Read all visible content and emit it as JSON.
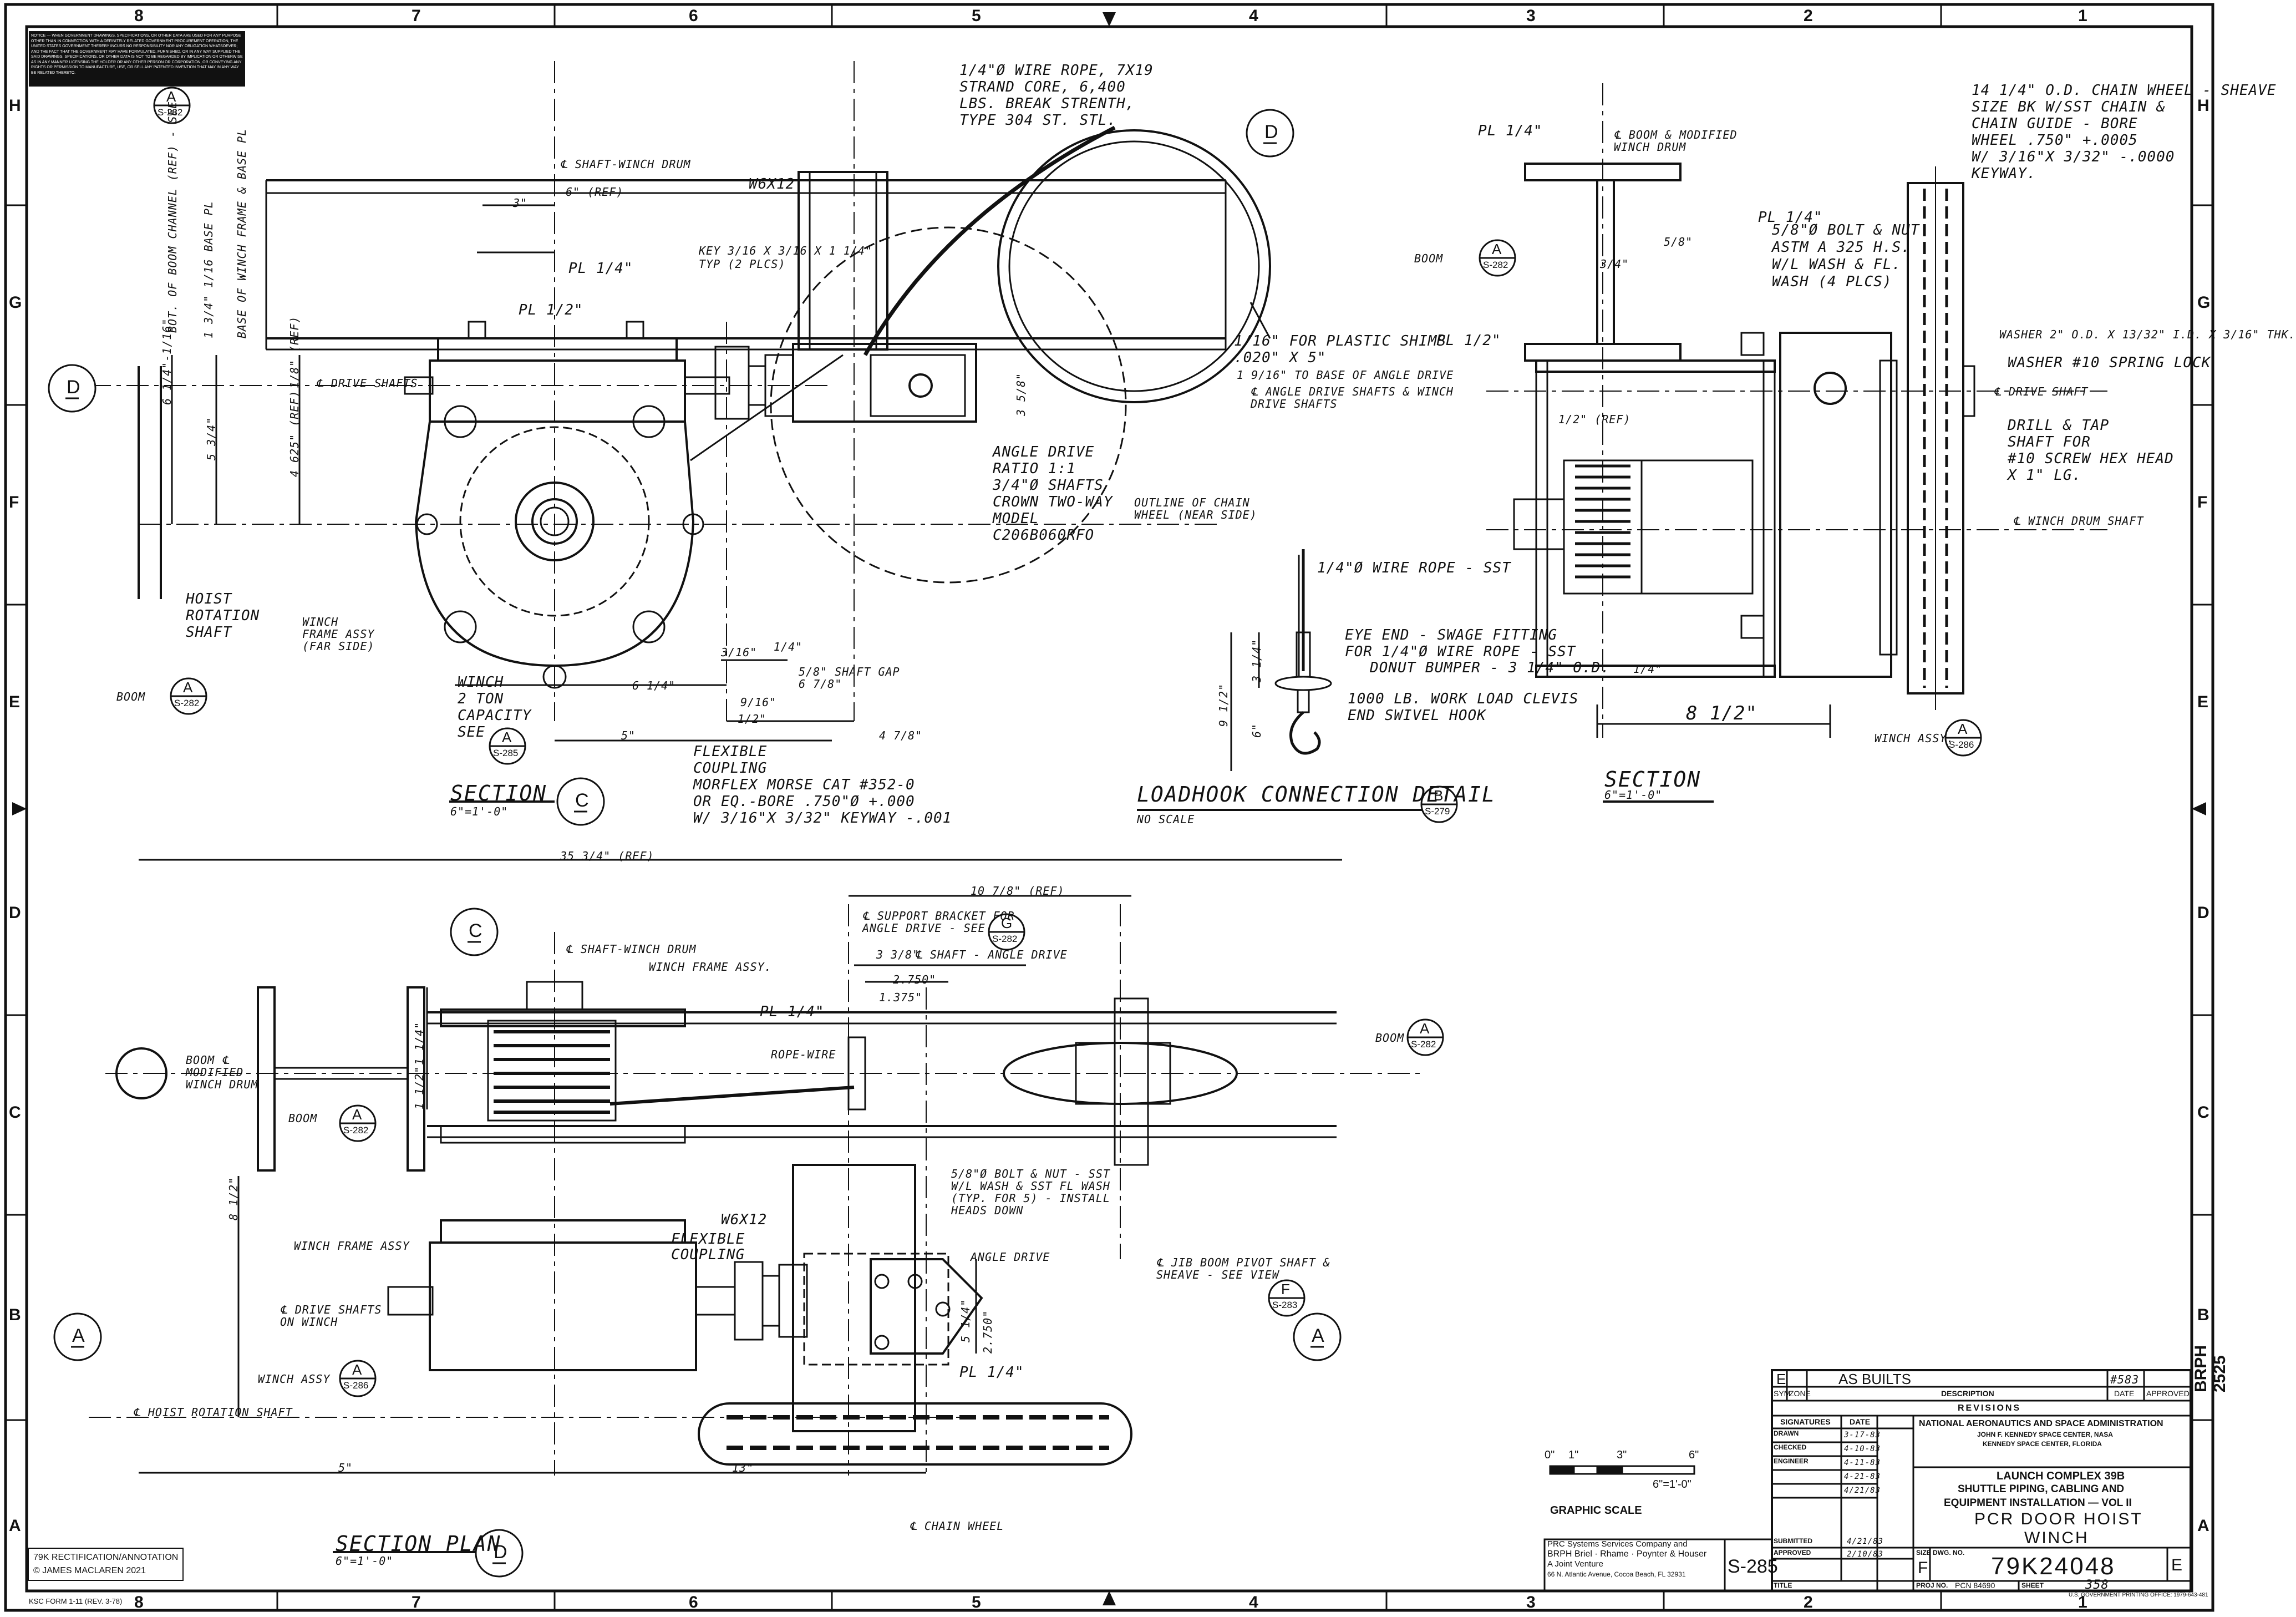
{
  "zones": {
    "columns": [
      "8",
      "7",
      "6",
      "5",
      "4",
      "3",
      "2",
      "1"
    ],
    "rows": [
      "H",
      "G",
      "F",
      "E",
      "D",
      "C",
      "B",
      "A"
    ]
  },
  "notice_text": "NOTICE — WHEN GOVERNMENT DRAWINGS, SPECIFICATIONS, OR OTHER DATA ARE USED FOR ANY PURPOSE OTHER THAN IN CONNECTION WITH A DEFINITELY RELATED GOVERNMENT PROCUREMENT OPERATION, THE UNITED STATES GOVERNMENT THEREBY INCURS NO RESPONSIBILITY NOR ANY OBLIGATION WHATSOEVER; AND THE FACT THAT THE GOVERNMENT MAY HAVE FORMULATED, FURNISHED, OR IN ANY WAY SUPPLIED THE SAID DRAWINGS, SPECIFICATIONS, OR OTHER DATA IS NOT TO BE REGARDED BY IMPLICATION OR OTHERWISE AS IN ANY MANNER LICENSING THE HOLDER OR ANY OTHER PERSON OR CORPORATION, OR CONVEYING ANY RIGHTS OR PERMISSION TO MANUFACTURE, USE, OR SELL ANY PATENTED INVENTION THAT MAY IN ANY WAY BE RELATED THERETO.",
  "views": {
    "section_a": {
      "title": "SECTION",
      "letter": "A",
      "scale": "6\"=1'-0\""
    },
    "loadhook": {
      "title": "LOADHOOK CONNECTION DETAIL",
      "scale": "NO SCALE",
      "letter": "B",
      "sheet": "S-279"
    },
    "section_c": {
      "title": "SECTION",
      "letter": "C",
      "scale": "6\"=1'-0\""
    },
    "section_plan": {
      "title": "SECTION PLAN",
      "scale": "6\"=1'-0\"",
      "letter": "D"
    }
  },
  "callouts": {
    "wire_rope": [
      "1/4\"Ø WIRE ROPE, 7X19",
      "STRAND CORE, 6,400",
      "LBS. BREAK STRENTH,",
      "TYPE 304 ST. STL."
    ],
    "w6x12": "W6X12",
    "shaft_winch_drum": "℄ SHAFT-WINCH DRUM",
    "six_ref": "6\" (REF)",
    "three": "3\"",
    "pl_half": "PL 1/2\"",
    "pl_quarter": "PL 1/4\"",
    "key": [
      "KEY 3/16 X 3/16 X 1 1/4\"",
      "TYP (2 PLCS)"
    ],
    "plastic_shims": [
      "1/16\" FOR PLASTIC SHIMS",
      ".020\" X 5\""
    ],
    "base_angle": "1 9/16\" TO BASE OF ANGLE DRIVE",
    "angle_drive_note": [
      "℄ ANGLE DRIVE SHAFTS & WINCH",
      "DRIVE SHAFTS"
    ],
    "angle_drive": [
      "ANGLE DRIVE",
      "RATIO 1:1",
      "3/4\"Ø SHAFTS",
      "CROWN TWO-WAY",
      "MODEL",
      "C206B060RFO"
    ],
    "outline_chain": [
      "OUTLINE OF CHAIN",
      "WHEEL (NEAR SIDE)"
    ],
    "drive_shafts": "℄ DRIVE SHAFTS",
    "hoist": [
      "HOIST",
      "ROTATION",
      "SHAFT"
    ],
    "winch_frame": [
      "WINCH",
      "FRAME ASSY",
      "(FAR SIDE)"
    ],
    "winch_capacity": [
      "WINCH",
      "2 TON",
      "CAPACITY",
      "SEE"
    ],
    "boom": "BOOM",
    "flexible_coupling": [
      "FLEXIBLE",
      "COUPLING",
      "MORFLEX MORSE CAT #352-0",
      "OR EQ.-BORE .750\"Ø +.000",
      "W/ 3/16\"X 3/32\" KEYWAY   -.001"
    ],
    "shaft_gap": [
      "5/8\" SHAFT GAP",
      "6 7/8\""
    ],
    "dims_a": [
      "6 1/4\"",
      "5\"",
      "4 7/8\"",
      "3/16\"",
      "9/16\"",
      "1/4\"",
      "1/2\"",
      "6 1/4\"-1/16\"",
      "5 3/4\"",
      "4 625\" (REF)",
      "1/8\" (REF)",
      "3 5/8\""
    ],
    "boom_channel": "BOT. OF BOOM CHANNEL (REF) - SEE",
    "winch_base": "BASE OF WINCH FRAME & BASE PL",
    "base_pl": "1 3/4\" 1/16 BASE PL",
    "loadhook_rope": "1/4\"Ø WIRE ROPE - SST",
    "eye_end": [
      "EYE END - SWAGE FITTING",
      "FOR 1/4\"Ø WIRE ROPE - SST"
    ],
    "donut": "DONUT BUMPER - 3 1/4\" O.D.",
    "clevis": [
      "1000 LB. WORK LOAD CLEVIS",
      "END SWIVEL HOOK"
    ],
    "lh_dims": [
      "3 1/4\"",
      "6\"",
      "9 1/2\""
    ],
    "boom_modified": [
      "℄ BOOM & MODIFIED",
      "WINCH DRUM"
    ],
    "bolt_nut": [
      "5/8\"Ø BOLT & NUT",
      "ASTM A 325 H.S.",
      "W/L WASH & FL.",
      "WASH (4 PLCS)"
    ],
    "chain_wheel": [
      "14 1/4\" O.D. CHAIN WHEEL - SHEAVE",
      "SIZE BK W/SST CHAIN &",
      "CHAIN GUIDE - BORE",
      "WHEEL .750\" +.0005",
      "W/ 3/16\"X 3/32\"  -.0000",
      "KEYWAY."
    ],
    "washer_2": "WASHER 2\" O.D. X 13/32\" I.D. X 3/16\" THK.",
    "washer_10": "WASHER #10 SPRING LOCK",
    "drive_shaft_c": "℄ DRIVE SHAFT",
    "drill_tap": [
      "DRILL & TAP",
      "SHAFT FOR",
      "#10 SCREW HEX HEAD",
      "X 1\" LG."
    ],
    "winch_drum_shaft": "℄ WINCH DRUM SHAFT",
    "winch_assy": "WINCH ASSY.",
    "eight_half": "8 1/2\"",
    "c_dims": [
      "5/8\"",
      "3/4\"",
      "1/2\" (REF)",
      "1/4\""
    ],
    "dim_35": "35 3/4\" (REF)",
    "dim_10": "10 7/8\" (REF)",
    "support_bracket": [
      "℄ SUPPORT BRACKET FOR",
      "ANGLE DRIVE - SEE"
    ],
    "shaft_angle": "℄ SHAFT - ANGLE DRIVE",
    "winch_frame_assy": "WINCH FRAME ASSY.",
    "rope_wire": "ROPE-WIRE",
    "boom_winch_drum": [
      "BOOM ℄",
      "MODIFIED",
      "WINCH DRUM"
    ],
    "bolt_plan": [
      "5/8\"Ø BOLT & NUT - SST",
      "W/L WASH & SST FL WASH",
      "(TYP. FOR 5) - INSTALL",
      "HEADS DOWN"
    ],
    "flex_plan": [
      "FLEXIBLE",
      "COUPLING"
    ],
    "angle_drive_plan": "ANGLE DRIVE",
    "jib_boom": [
      "℄ JIB BOOM PIVOT SHAFT &",
      "SHEAVE - SEE VIEW"
    ],
    "winch_frame_plan": "WINCH FRAME ASSY",
    "drive_shafts_plan": [
      "℄ DRIVE SHAFTS",
      "ON WINCH"
    ],
    "winch_assy_plan": "WINCH ASSY",
    "hoist_plan": "℄ HOIST ROTATION SHAFT",
    "chain_wheel_plan": "℄ CHAIN WHEEL",
    "plan_dims": [
      "2.750\"",
      "1.375\"",
      "3 3/8\"",
      "8 1/2\"",
      "1 1/4\"",
      "1 1/2\"",
      "5\"",
      "13\"",
      "5 1/4\"",
      "2.750\"",
      "PL 1/4\""
    ],
    "graphic_scale": "GRAPHIC SCALE",
    "scale_ticks": [
      "0\"",
      "1\"",
      "3\"",
      "6\"",
      "6\"=1'-0\""
    ]
  },
  "bubbles": {
    "sheets": [
      "S-282",
      "S-282",
      "S-285",
      "S-282",
      "S-282",
      "S-282",
      "S-286",
      "S-283",
      "S-282",
      "S-286",
      "S-282",
      "S-279"
    ],
    "letters": [
      "A",
      "D",
      "A",
      "A",
      "B",
      "A",
      "C",
      "A",
      "G",
      "C",
      "A",
      "F",
      "A",
      "D",
      "A"
    ]
  },
  "title_block": {
    "revision_letter": "E",
    "revision_desc": "AS BUILTS",
    "revision_ref": "#583",
    "revision_head": [
      "SYM",
      "ZONE",
      "DESCRIPTION",
      "DATE",
      "APPROVED"
    ],
    "revisions_label": "REVISIONS",
    "signatures_head": [
      "SIGNATURES",
      "DATE"
    ],
    "sig_rows": [
      {
        "role": "DRAWN",
        "date": "3-17-83"
      },
      {
        "role": "CHECKED",
        "date": "4-10-83"
      },
      {
        "role": "ENGINEER",
        "date": "4-11-83"
      },
      {
        "role": "",
        "date": "4-21-83"
      },
      {
        "role": "",
        "date": "4/21/83"
      }
    ],
    "submitted": "SUBMITTED",
    "submitted_date": "4/21/83",
    "approved": "APPROVED",
    "approved_date": "2/10/83",
    "title_label": "TITLE",
    "agency": "NATIONAL AERONAUTICS AND SPACE ADMINISTRATION",
    "center": "JOHN F. KENNEDY SPACE CENTER, NASA",
    "location": "KENNEDY SPACE CENTER, FLORIDA",
    "project": "LAUNCH COMPLEX 39B",
    "desc1": "SHUTTLE PIPING, CABLING AND",
    "desc2": "EQUIPMENT INSTALLATION — VOL II",
    "drawing_title1": "PCR DOOR HOIST",
    "drawing_title2": "WINCH",
    "size_label": "SIZE",
    "size": "F",
    "dwg_label": "DWG. NO.",
    "dwg_no": "79K24048",
    "rev": "E",
    "proj_label": "PROJ NO.",
    "proj_no": "PCN 84690",
    "sheet_label": "SHEET",
    "sheet_no": "358",
    "sheet_ref": "S-285",
    "printing": "U.S. GOVERNMENT PRINTING OFFICE: 1979-643-481",
    "prc": [
      "PRC Systems Services Company and",
      "BRPH Briel · Rhame · Poynter & Houser",
      "A Joint Venture",
      "66 N. Atlantic Avenue, Cocoa Beach, FL 32931"
    ],
    "brph": "BRPH 2525"
  },
  "footer": {
    "watermark1": "79K RECTIFICATION/ANNOTATION",
    "watermark2": "© JAMES MACLAREN 2021",
    "form": "KSC FORM 1-11 (REV. 3-78)"
  }
}
